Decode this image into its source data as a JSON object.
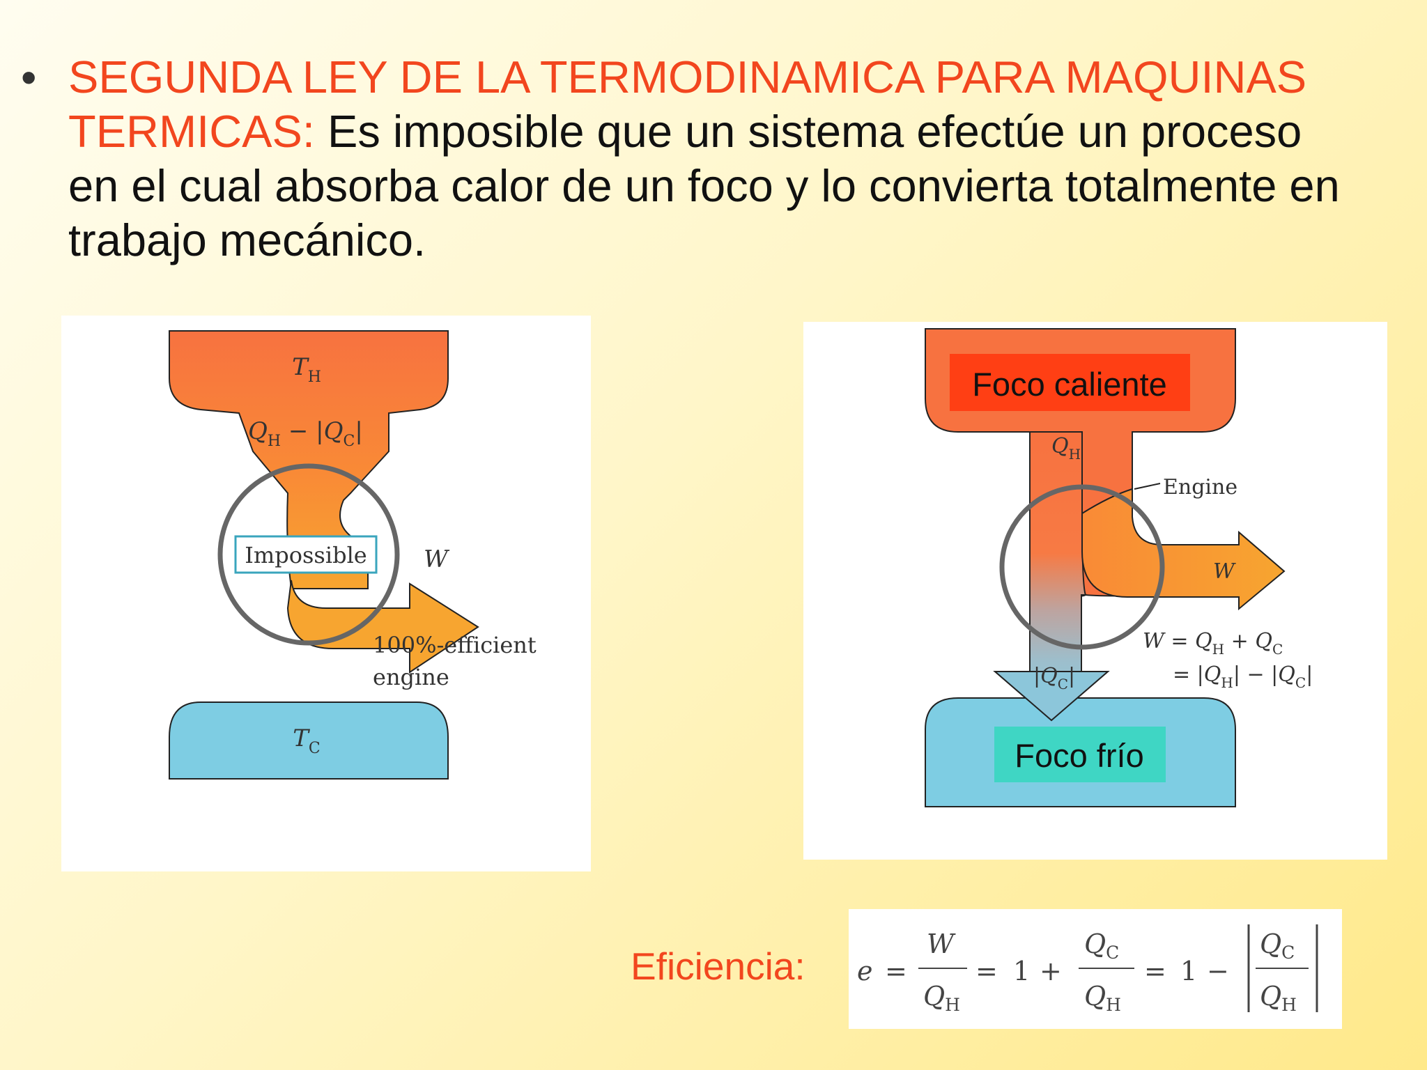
{
  "slide": {
    "bullet": "•",
    "heading_highlight_1": "SEGUNDA LEY DE LA TERMODINAMICA PARA MAQUINAS",
    "heading_highlight_2": "TERMICAS:",
    "heading_body_1": " Es imposible que un sistema efectúe un proceso",
    "heading_body_2": "en el cual absorba calor de un foco y lo convierta totalmente en",
    "heading_body_3": "trabajo mecánico."
  },
  "left_diagram": {
    "hot_label": "T",
    "hot_sub": "H",
    "heat_q": "Q",
    "heat_q_sub": "H",
    "heat_minus": " − |",
    "heat_qc": "Q",
    "heat_qc_sub": "C",
    "heat_bar": "|",
    "impossible": "Impossible",
    "work": "W",
    "engine_line1": "100%-efficient",
    "engine_line2": "engine",
    "cold_label": "T",
    "cold_sub": "C"
  },
  "right_diagram": {
    "hot_box": "Foco caliente",
    "qh": "Q",
    "qh_sub": "H",
    "engine": "Engine",
    "work": "W",
    "qc_bar_l": "|",
    "qc": "Q",
    "qc_sub": "C",
    "qc_bar_r": "|",
    "eq1_w": "W",
    "eq1_mid": " = ",
    "eq1_qh": "Q",
    "eq1_qh_sub": "H",
    "eq1_plus": " + ",
    "eq1_qc": "Q",
    "eq1_qc_sub": "C",
    "eq2_pre": "= |",
    "eq2_qh": "Q",
    "eq2_qh_sub": "H",
    "eq2_mid": "| − |",
    "eq2_qc": "Q",
    "eq2_qc_sub": "C",
    "eq2_post": "|",
    "cold_box": "Foco frío"
  },
  "efficiency": {
    "label": "Eficiencia:",
    "e": "e",
    "eq": "=",
    "w": "W",
    "q": "Q",
    "h": "H",
    "c": "C",
    "one": "1",
    "plus": "+",
    "minus": "−"
  },
  "colors": {
    "accent": "#f2461e",
    "hot": "#f77240",
    "cold": "#7ecde3",
    "work": "#f7a530",
    "hot_box": "#ff3f14",
    "cold_box": "#3fd6c4"
  }
}
